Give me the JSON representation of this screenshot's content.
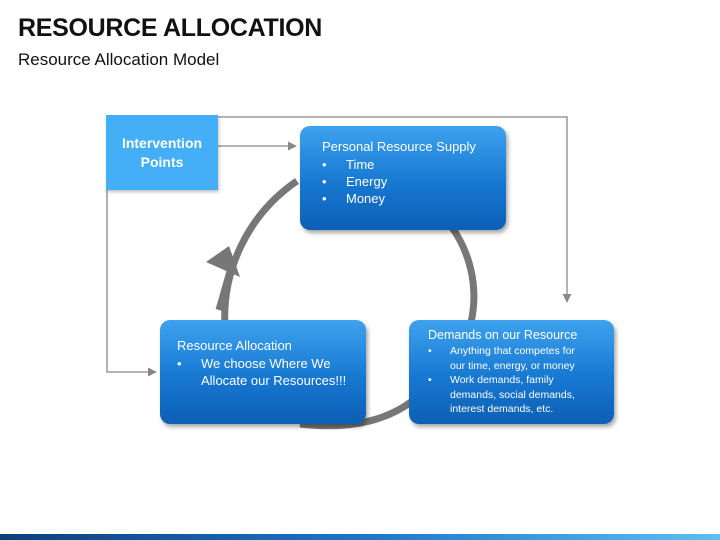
{
  "header": {
    "title": "RESOURCE ALLOCATION",
    "subtitle": "Resource Allocation Model"
  },
  "diagram": {
    "intervention": {
      "line1": "Intervention",
      "line2": "Points"
    },
    "supply": {
      "heading": "Personal Resource Supply",
      "items": [
        "Time",
        "Energy",
        "Money"
      ]
    },
    "allocation": {
      "heading": "Resource Allocation",
      "items": [
        "We choose Where We Allocate our Resources!!!"
      ]
    },
    "demands": {
      "heading": "Demands on our Resource",
      "items": [
        "Anything that competes for our time, energy, or money",
        "Work demands, family demands, social demands, interest demands, etc."
      ]
    }
  },
  "colors": {
    "box_blue": "#1778d2",
    "intervention_blue": "#44aef6",
    "cycle_gray": "#777777",
    "connector_gray": "#888888"
  }
}
